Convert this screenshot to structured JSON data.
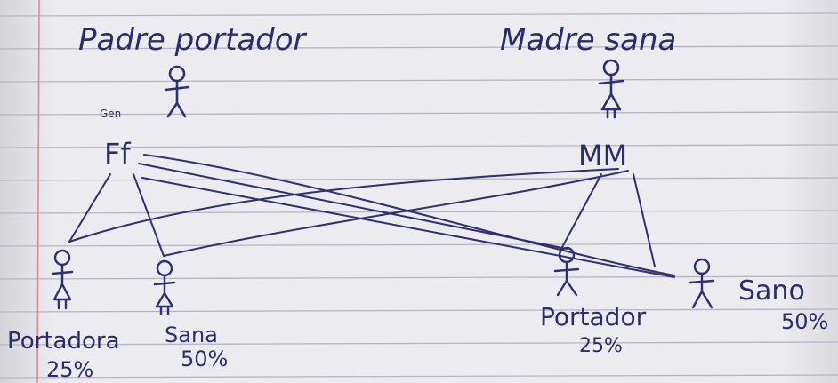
{
  "ink_color": "#2f3072",
  "paper": {
    "line_color": "#b9b4c4",
    "margin_color": "#d98a96"
  },
  "parents": {
    "father": {
      "title": "Padre portador",
      "genotype": "Ff",
      "gene_note": "Gen"
    },
    "mother": {
      "title": "Madre sana",
      "genotype": "MM"
    }
  },
  "children": [
    {
      "label": "Portadora",
      "pct": "25%"
    },
    {
      "label": "Sana",
      "pct": "50%"
    },
    {
      "label": "Portador",
      "pct": "25%"
    },
    {
      "label": "Sano",
      "pct": "50%"
    }
  ]
}
